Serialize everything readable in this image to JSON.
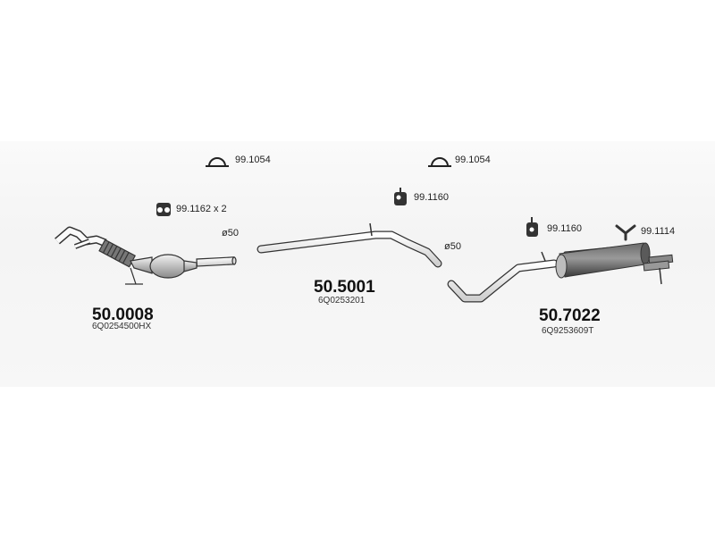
{
  "clamps": {
    "left": "99.1054",
    "right": "99.1054"
  },
  "hangers": {
    "front_pair": "99.1162 x 2",
    "middle": "99.1160",
    "rear": "99.1160",
    "rear_y": "99.1114"
  },
  "diameters": {
    "front": "ø50",
    "middle": "ø50"
  },
  "parts": {
    "front": {
      "number": "50.0008",
      "oe": "6Q0254500HX"
    },
    "middle": {
      "number": "50.5001",
      "oe": "6Q0253201"
    },
    "rear": {
      "number": "50.7022",
      "oe": "6Q9253609T"
    }
  }
}
